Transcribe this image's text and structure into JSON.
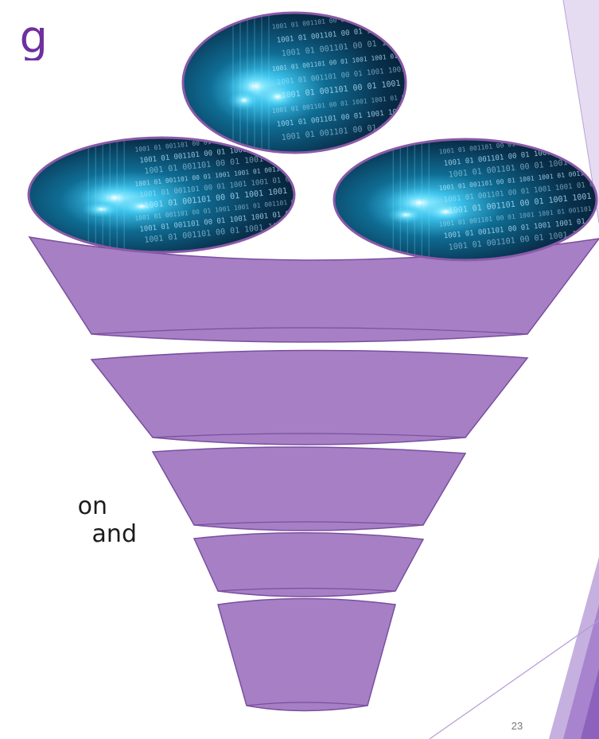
{
  "slide": {
    "title_fragment": "g",
    "body_lines": [
      "on",
      "and"
    ],
    "slide_number": "23"
  },
  "funnel": {
    "bands": 5,
    "fill_color": "#a77fc5",
    "stroke_color": "#7a4f9f",
    "gap_color": "#ffffff"
  },
  "data_ovals": {
    "count": 3,
    "glyph_text": "1001 01 001101 00 01 1001",
    "background_dark": "#062036",
    "glow_color": "#48d6ff",
    "border_color": "#8a5aa8"
  },
  "decor": {
    "light_purple": "#d5c4e8",
    "medium_purple": "#b59bd6",
    "dark_purple": "#8c62bd"
  }
}
